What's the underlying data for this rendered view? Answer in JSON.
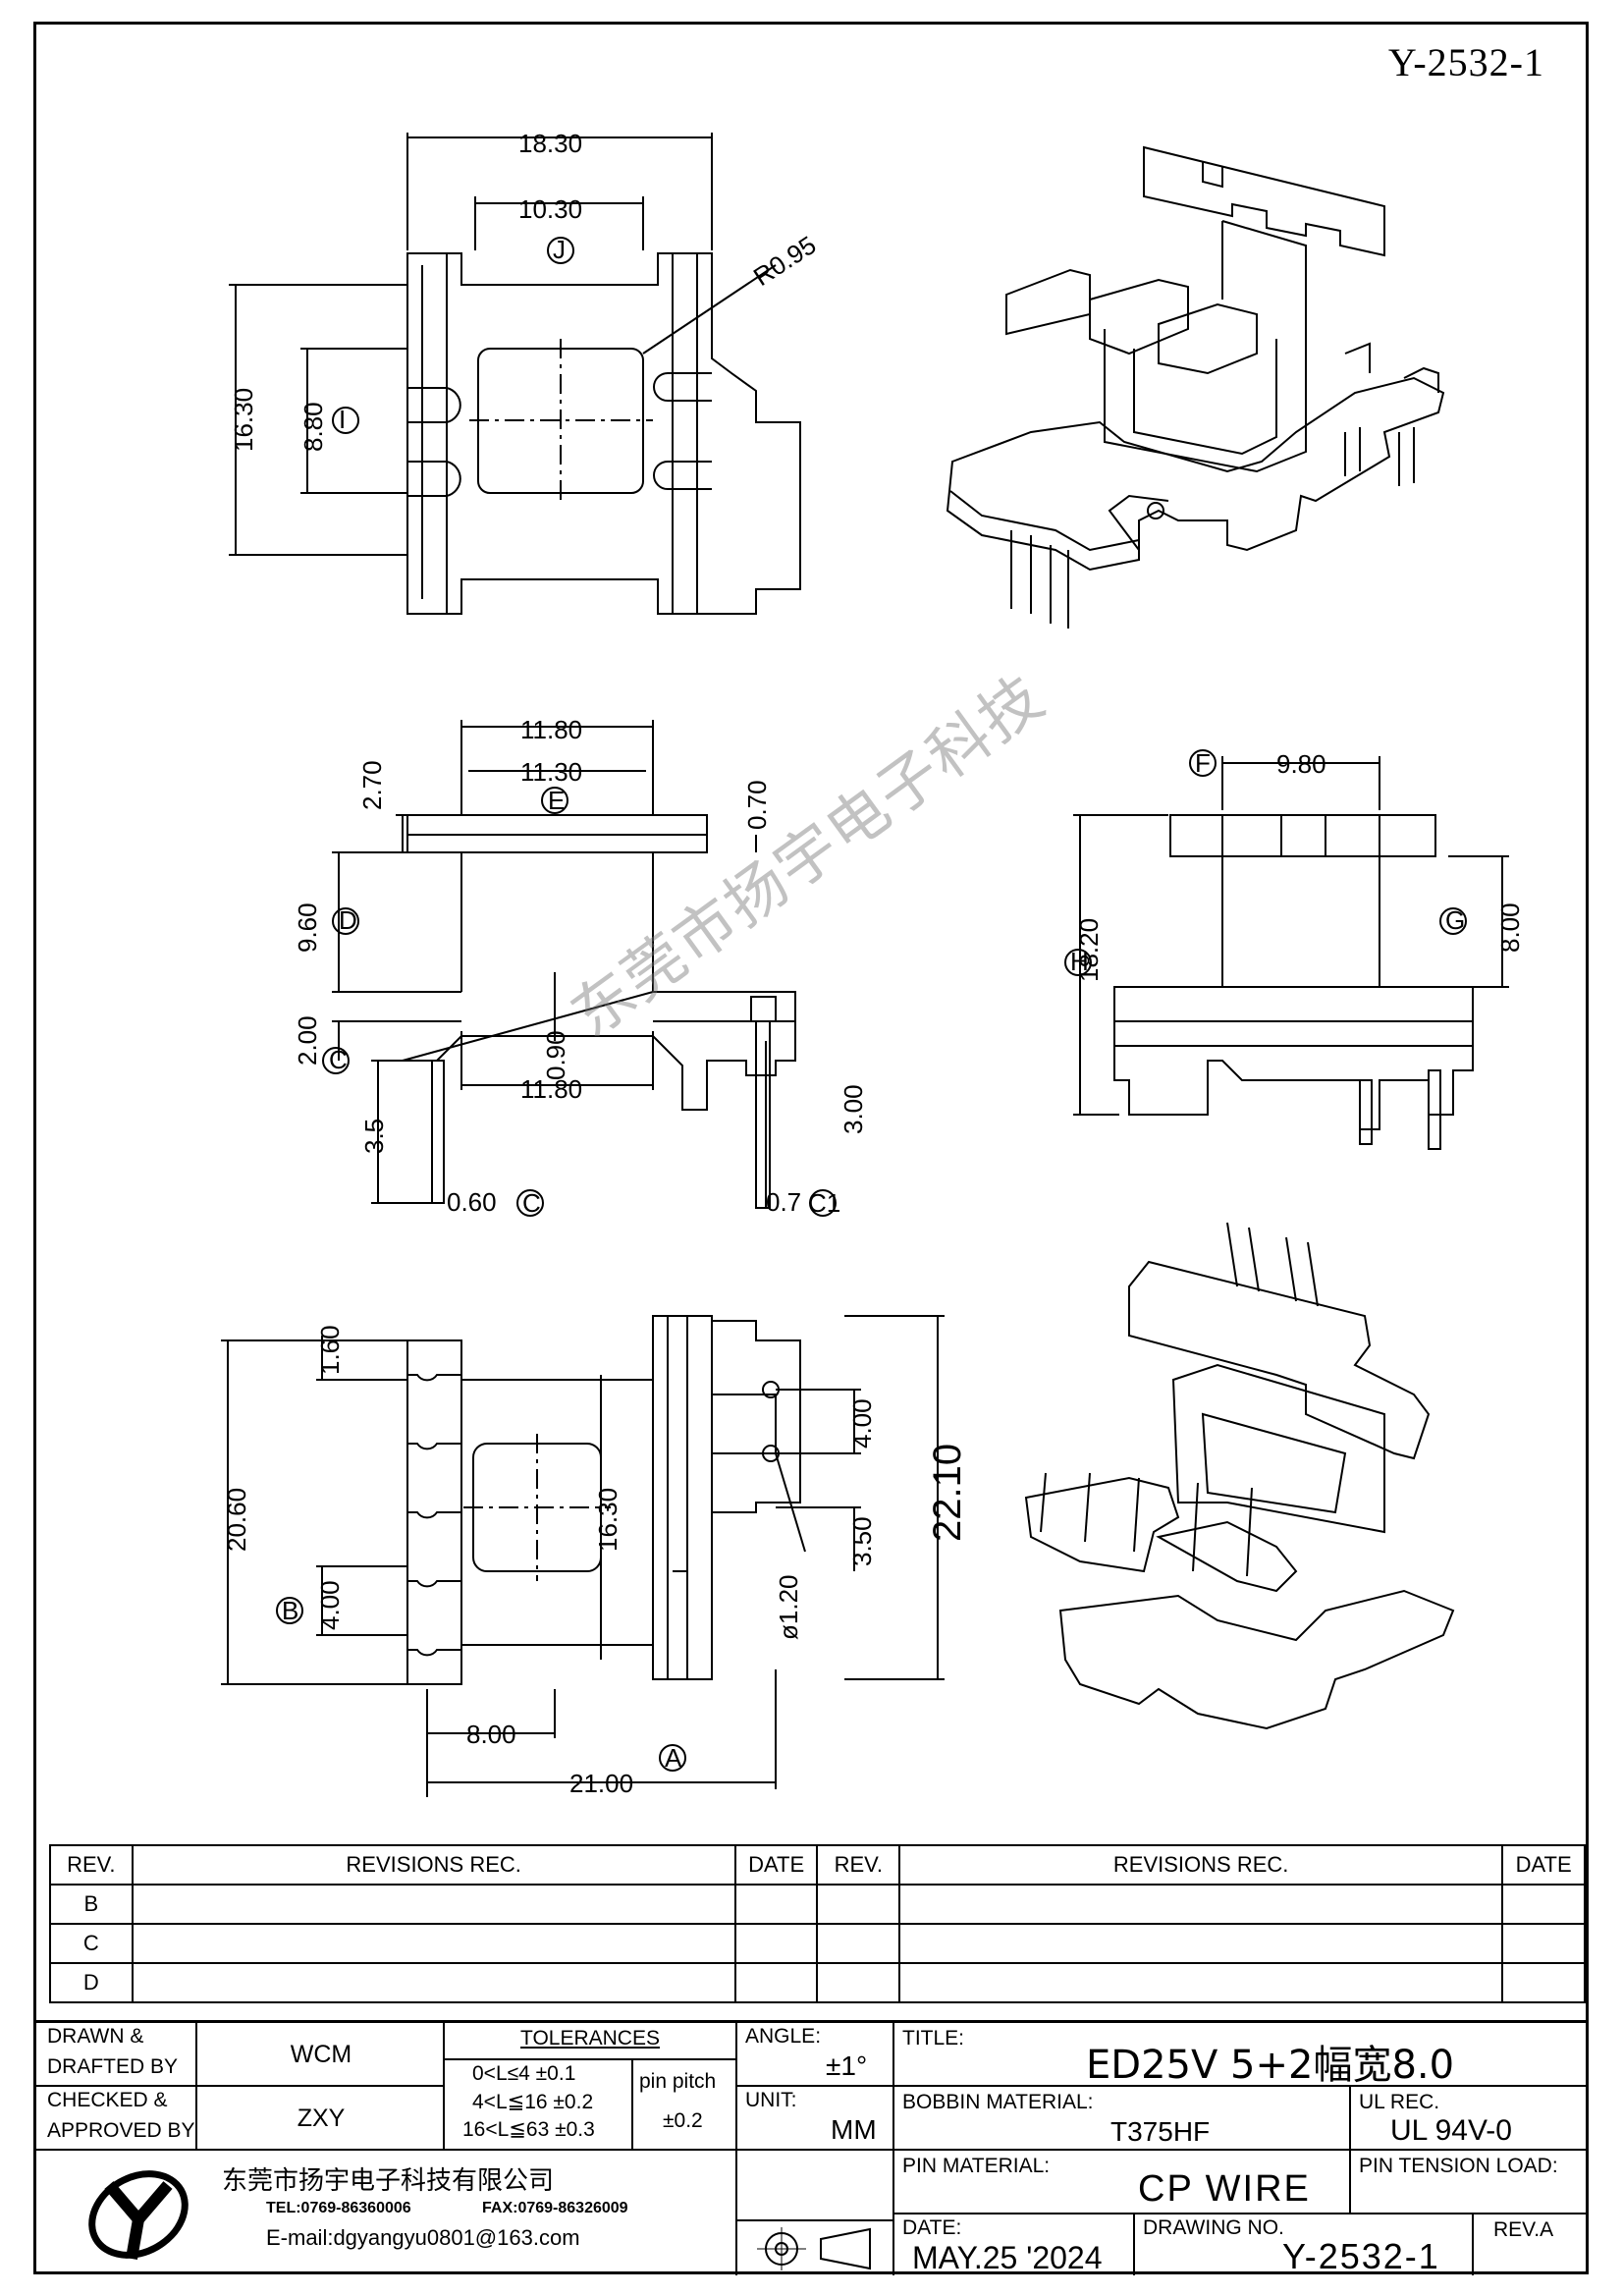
{
  "header": {
    "drawing_no": "Y-2532-1"
  },
  "watermark": "东莞市扬宇电子科技",
  "dims": {
    "top_w1": "18.30",
    "top_w2": "10.30",
    "top_j": "J",
    "top_r": "R0.95",
    "top_h1": "16.30",
    "top_h2": "8.80",
    "top_i": "I",
    "front_w1": "11.80",
    "front_w2": "11.30",
    "front_e": "E",
    "front_h1": "2.70",
    "front_h2": "0.70",
    "front_h3": "9.60",
    "front_d": "D",
    "front_h4": "2.00",
    "front_h5": "0.90",
    "front_w3": "11.80",
    "front_c": "C",
    "front_h6": "3.5",
    "front_w4": "0.60",
    "front_h7": "3.00",
    "front_w5": "0.7",
    "front_c1": "C1",
    "side_w": "9.80",
    "side_f": "F",
    "side_h1": "18.20",
    "side_h": "H",
    "side_g": "G",
    "side_h2": "8.00",
    "bot_h1": "1.60",
    "bot_h2": "20.60",
    "bot_h3": "4.00",
    "bot_b": "B",
    "bot_h4": "16.30",
    "bot_h5": "4.00",
    "bot_h6": "3.50",
    "bot_h7": "22.10",
    "bot_d": "ø1.20",
    "bot_w1": "8.00",
    "bot_w2": "21.00",
    "bot_a": "A"
  },
  "revisions": {
    "headers": [
      "REV.",
      "REVISIONS   REC.",
      "DATE",
      "REV.",
      "REVISIONS   REC.",
      "DATE"
    ],
    "rows": [
      "B",
      "C",
      "D"
    ]
  },
  "title_block": {
    "drawn_label": "DRAWN &",
    "drafted_label": "DRAFTED BY",
    "drawn_value": "WCM",
    "checked_label": "CHECKED &",
    "approved_label": "APPROVED BY",
    "checked_value": "ZXY",
    "tolerances_label": "TOLERANCES",
    "tol1": "0<L≤4    ±0.1",
    "tol2": "4<L≦16  ±0.2",
    "tol3": "16<L≦63 ±0.3",
    "pin_pitch_label": "pin  pitch",
    "pin_pitch_value": "±0.2",
    "angle_label": "ANGLE:",
    "angle_value": "±1°",
    "unit_label": "UNIT:",
    "unit_value": "MM",
    "title_label": "TITLE:",
    "title_value": "ED25V  5+2幅宽8.0",
    "bobbin_label": "BOBBIN  MATERIAL:",
    "bobbin_value": "T375HF",
    "ul_label": "UL  REC.",
    "ul_value": "UL  94V-0",
    "pin_material_label": "PIN  MATERIAL:",
    "pin_material_value": "CP  WIRE",
    "pin_tension_label": "PIN  TENSION  LOAD:",
    "date_label": "DATE:",
    "date_value": "MAY.25  '2024",
    "drawing_no_label": "DRAWING  NO.",
    "drawing_no_value": "Y-2532-1",
    "rev_label": "REV.A",
    "company_name": "东莞市扬宇电子科技有限公司",
    "company_tel": "TEL:0769-86360006",
    "company_fax": "FAX:0769-86326009",
    "company_email": "E-mail:dgyangyu0801@163.com"
  }
}
